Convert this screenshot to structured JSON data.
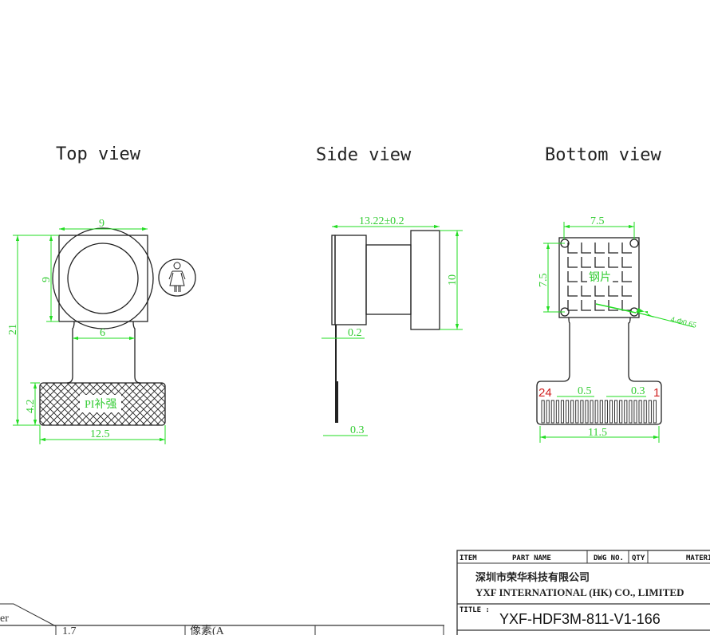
{
  "views": {
    "top": {
      "title": "Top view",
      "dims": {
        "width": "9",
        "height": "9",
        "total_length": "21",
        "neck_width": "6",
        "stiffener_height": "4.2",
        "stiffener_width": "12.5"
      },
      "stiffener_label": "PI补强",
      "icon": "female-figure-icon"
    },
    "side": {
      "title": "Side view",
      "dims": {
        "length": "13.22±0.2",
        "height": "10",
        "plate": "0.2",
        "fpc": "0.3"
      }
    },
    "bottom": {
      "title": "Bottom view",
      "dims": {
        "width": "7.5",
        "height": "7.5",
        "holes": "4-Φ0.65",
        "pitch": "0.5",
        "pin_width": "0.3",
        "connector_width": "11.5"
      },
      "plate_label": "钢片",
      "pin_first": "24",
      "pin_last": "1"
    }
  },
  "title_block": {
    "headers": [
      "ITEM",
      "PART NAME",
      "DWG NO.",
      "QTY",
      "MATERI"
    ],
    "company_cn": "深圳市荣华科技有限公司",
    "company_en": "YXF INTERNATIONAL (HK) CO., LIMITED",
    "title_label": "TITLE :",
    "title": "YXF-HDF3M-811-V1-166"
  },
  "spec_table": {
    "corner_label": "er",
    "cells": [
      "1.7",
      "像素(A",
      ""
    ]
  },
  "colors": {
    "dimension": "#22dd22",
    "pin_number": "#d02020",
    "outline": "#222222"
  }
}
